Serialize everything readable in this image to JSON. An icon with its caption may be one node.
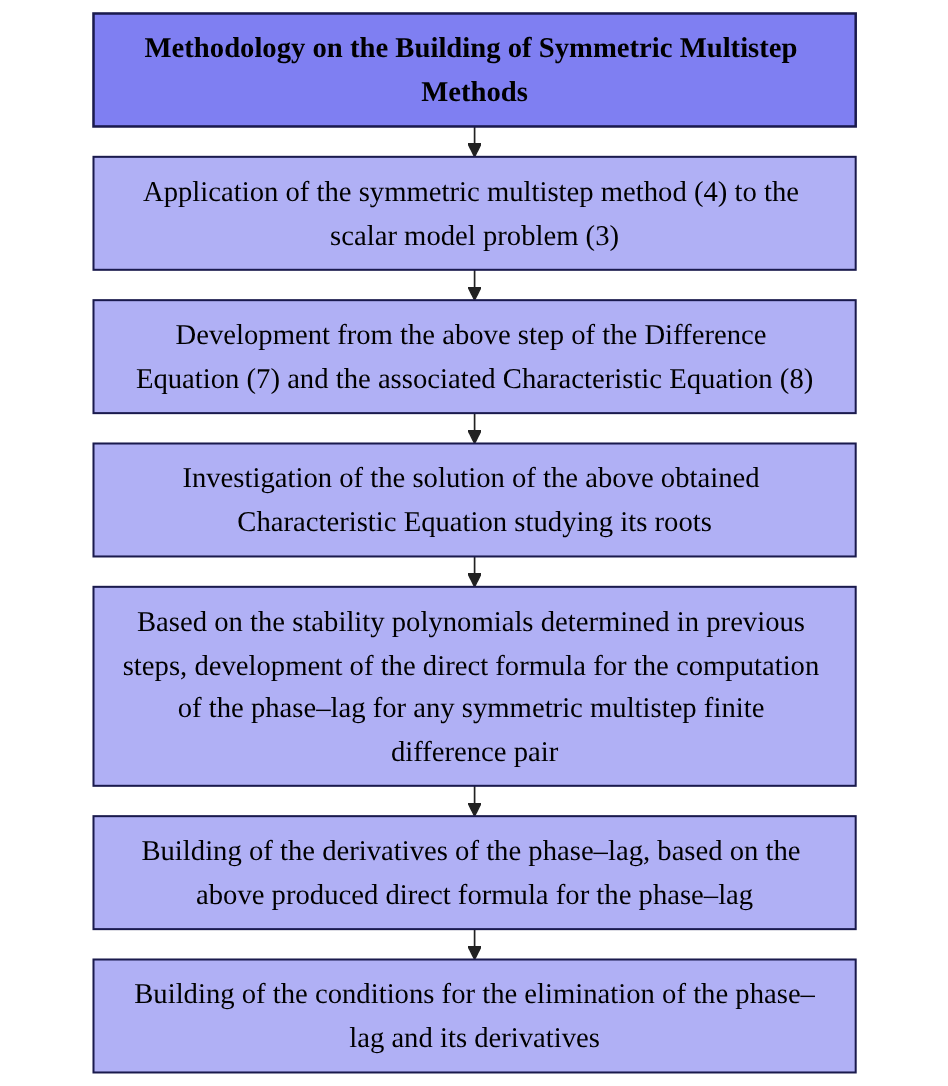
{
  "diagram": {
    "nodes": [
      {
        "text": [
          "Methodology on the Building of Symmetric Multistep Methods"
        ]
      },
      {
        "text": [
          "Application of the symmetric multistep method (4) to the scalar model problem (3)"
        ]
      },
      {
        "text": [
          "Development from the above step of the Difference Equation (7) and the associated Characteristic Equation (8)"
        ]
      },
      {
        "text": [
          "Investigation of the solution of the above obtained Characteristic Equation studying its roots"
        ]
      },
      {
        "text": [
          "Based on the stability polynomials determined in previous steps, development of the direct formula for the computation of the phase–lag for any symmetric multistep finite difference pair"
        ]
      },
      {
        "text": [
          "Building of the derivatives of the phase–lag, based on the above produced direct formula for the phase–lag"
        ]
      },
      {
        "text": [
          "Building of the conditions for the elimination of the phase–lag and its derivatives"
        ]
      }
    ],
    "edges": [
      {
        "from": 0,
        "to": 1,
        "arrow": "to"
      },
      {
        "from": 1,
        "to": 2,
        "arrow": "to"
      },
      {
        "from": 2,
        "to": 3,
        "arrow": "to"
      },
      {
        "from": 3,
        "to": 4,
        "arrow": "to"
      },
      {
        "from": 4,
        "to": 5,
        "arrow": "to"
      },
      {
        "from": 5,
        "to": 6,
        "arrow": "to"
      }
    ]
  }
}
